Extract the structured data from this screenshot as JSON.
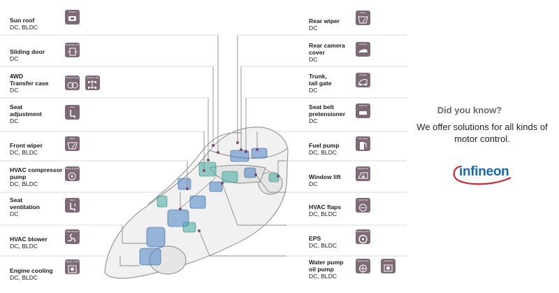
{
  "left_items": [
    {
      "title": "Sun roof",
      "sub": "DC, BLDC",
      "icon": "sun-roof-icon",
      "caption": "Sunroof"
    },
    {
      "title": "Sliding door",
      "sub": "DC",
      "icon": "sliding-door-icon",
      "caption": "Automatic door"
    },
    {
      "title": "4WD\nTransfer case",
      "sub": "DC",
      "icon": "transfer-case-icon",
      "caption": "Transfer case",
      "icon2": "transfer-case-2-icon",
      "caption2": "Transfer case"
    },
    {
      "title": "Seat\nadjustment",
      "sub": "DC",
      "icon": "seat-adjustment-icon",
      "caption": "Seat"
    },
    {
      "title": "Front wiper",
      "sub": "DC, BLDC",
      "icon": "front-wiper-icon",
      "caption": "Wiper"
    },
    {
      "title": "HVAC compressor\npump",
      "sub": "DC, BLDC",
      "icon": "hvac-compressor-icon",
      "caption": "HVAC Compressor"
    },
    {
      "title": "Seat\nventilation",
      "sub": "DC",
      "icon": "seat-ventilation-icon",
      "caption": "Seat"
    },
    {
      "title": "HVAC blower",
      "sub": "DC, BLDC",
      "icon": "hvac-blower-icon",
      "caption": "HVAC blower"
    },
    {
      "title": "Engine cooling",
      "sub": "DC, BLDC",
      "icon": "engine-cooling-icon",
      "caption": "Engine cooling fan"
    }
  ],
  "right_items": [
    {
      "title": "Rear wiper",
      "sub": "DC",
      "icon": "rear-wiper-icon",
      "caption": "Wiper"
    },
    {
      "title": "Rear camera\ncover",
      "sub": "DC",
      "icon": "rear-camera-icon",
      "caption": "Camera"
    },
    {
      "title": "Trunk,\ntail gate",
      "sub": "DC",
      "icon": "tail-gate-icon",
      "caption": "Lift gate"
    },
    {
      "title": "Seat belt\npretensioner",
      "sub": "DC",
      "icon": "seat-belt-icon",
      "caption": "Seat belt"
    },
    {
      "title": "Fuel pump",
      "sub": "DC, BLDC",
      "icon": "fuel-pump-icon",
      "caption": "Fuel pump"
    },
    {
      "title": "Window lift",
      "sub": "DC",
      "icon": "window-lift-icon",
      "caption": "Window lift"
    },
    {
      "title": "HVAC flaps",
      "sub": "DC, BLDC",
      "icon": "hvac-flaps-icon",
      "caption": "HVAC flap"
    },
    {
      "title": "EPS",
      "sub": "DC, BLDC",
      "icon": "eps-icon",
      "caption": "Electric power steering"
    },
    {
      "title": "Water pump\noil pump",
      "sub": "DC, BLDC",
      "icon": "water-pump-icon",
      "caption": "Water pump",
      "icon2": "oil-pump-icon",
      "caption2": "Oil pump"
    }
  ],
  "side": {
    "did_you_know": "Did you know?",
    "offer": "We offer solutions for all kinds of motor control.",
    "brand": "infineon"
  },
  "colors": {
    "icon_bg": "#7d6a76",
    "brand_blue": "#1769b3",
    "brand_red": "#d7262f",
    "connector": "#8a8a8a"
  }
}
